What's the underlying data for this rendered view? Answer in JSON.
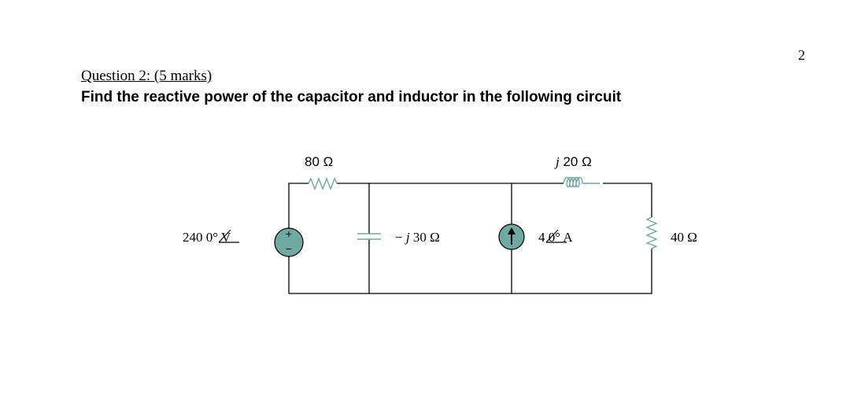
{
  "page": {
    "page_number": "2"
  },
  "question": {
    "heading": "Question 2: (5 marks)",
    "text": "Find the reactive power of the capacitor and inductor in the following circuit"
  },
  "circuit": {
    "resistor_80": "80 Ω",
    "inductor": {
      "j": "j",
      "value": "20 Ω"
    },
    "voltage_source": {
      "magnitude": "240",
      "angle": "0° V",
      "plus": "+",
      "minus": "−"
    },
    "capacitor": {
      "neg": "−",
      "j": "j",
      "value": "30 Ω"
    },
    "current_source": {
      "magnitude": "4",
      "angle": "0° A"
    },
    "resistor_40": "40 Ω"
  },
  "colors": {
    "source_fill": "#6fa9a1",
    "wire": "#000000"
  }
}
